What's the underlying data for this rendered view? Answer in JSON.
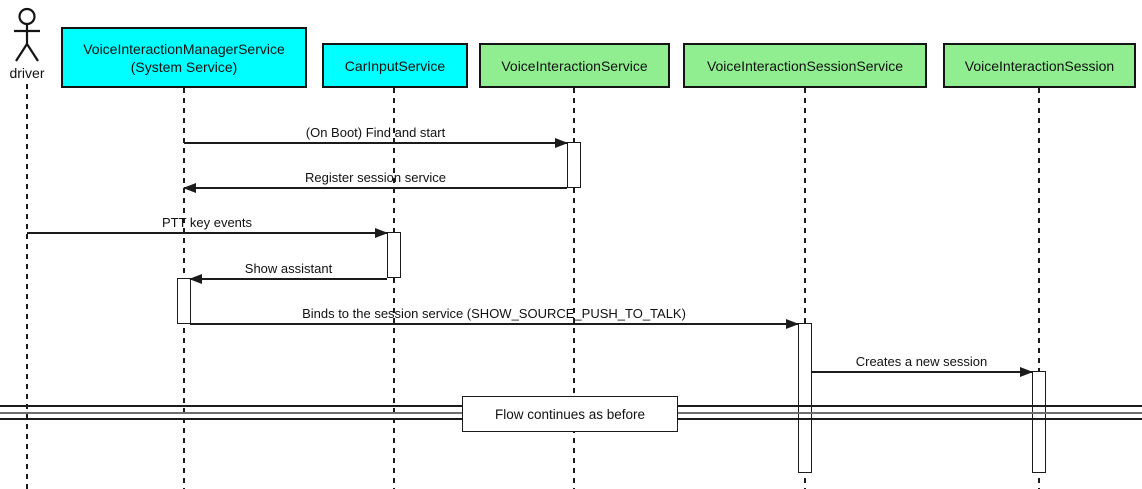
{
  "diagram": {
    "type": "uml-sequence",
    "actor": {
      "label": "driver"
    },
    "participants": [
      {
        "label": "VoiceInteractionManagerService",
        "sublabel": "(System Service)",
        "fill": "#00FFFF"
      },
      {
        "label": "CarInputService",
        "sublabel": "",
        "fill": "#00FFFF"
      },
      {
        "label": "VoiceInteractionService",
        "sublabel": "",
        "fill": "#90EE90"
      },
      {
        "label": "VoiceInteractionSessionService",
        "sublabel": "",
        "fill": "#90EE90"
      },
      {
        "label": "VoiceInteractionSession",
        "sublabel": "",
        "fill": "#90EE90"
      }
    ],
    "messages": [
      {
        "label": "(On Boot) Find and start",
        "from": "VoiceInteractionManagerService",
        "to": "VoiceInteractionService",
        "direction": "right"
      },
      {
        "label": "Register session service",
        "from": "VoiceInteractionService",
        "to": "VoiceInteractionManagerService",
        "direction": "left"
      },
      {
        "label": "PTT key events",
        "from": "driver",
        "to": "CarInputService",
        "direction": "right"
      },
      {
        "label": "Show assistant",
        "from": "CarInputService",
        "to": "VoiceInteractionManagerService",
        "direction": "left"
      },
      {
        "label": "Binds to the session service (SHOW_SOURCE_PUSH_TO_TALK)",
        "from": "VoiceInteractionManagerService",
        "to": "VoiceInteractionSessionService",
        "direction": "right"
      },
      {
        "label": "Creates a new session",
        "from": "VoiceInteractionSessionService",
        "to": "VoiceInteractionSession",
        "direction": "right"
      }
    ],
    "divider": {
      "label": "Flow continues as before"
    },
    "colors": {
      "participant_cyan": "#00FFFF",
      "participant_green": "#90EE90",
      "line": "#1b1b1b",
      "background": "#FFFFFF"
    }
  }
}
